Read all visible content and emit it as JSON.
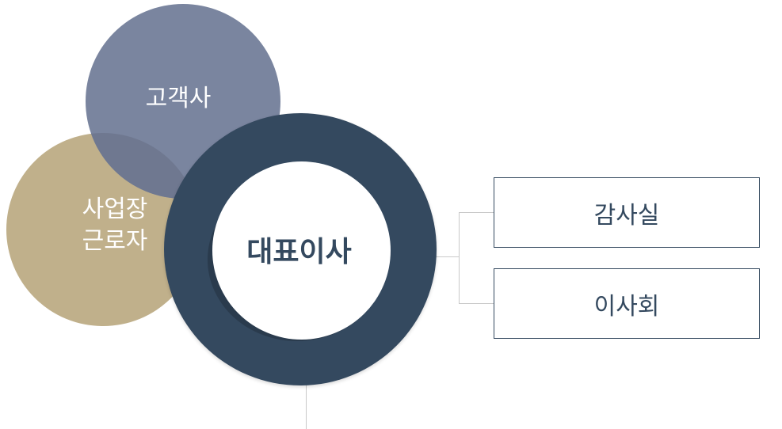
{
  "diagram": {
    "center": {
      "label": "대표이사"
    },
    "stakeholders": [
      {
        "label": "고객사"
      },
      {
        "label_line1": "사업장",
        "label_line2": "근로자"
      }
    ],
    "subordinates": [
      {
        "label": "감사실"
      },
      {
        "label": "이사회"
      }
    ]
  },
  "colors": {
    "customer_circle": "#7a859f",
    "workers_circle": "#c0b08b",
    "ceo_ring": "#34495f",
    "connector": "#c9c9c9",
    "box_border": "#34495f"
  }
}
